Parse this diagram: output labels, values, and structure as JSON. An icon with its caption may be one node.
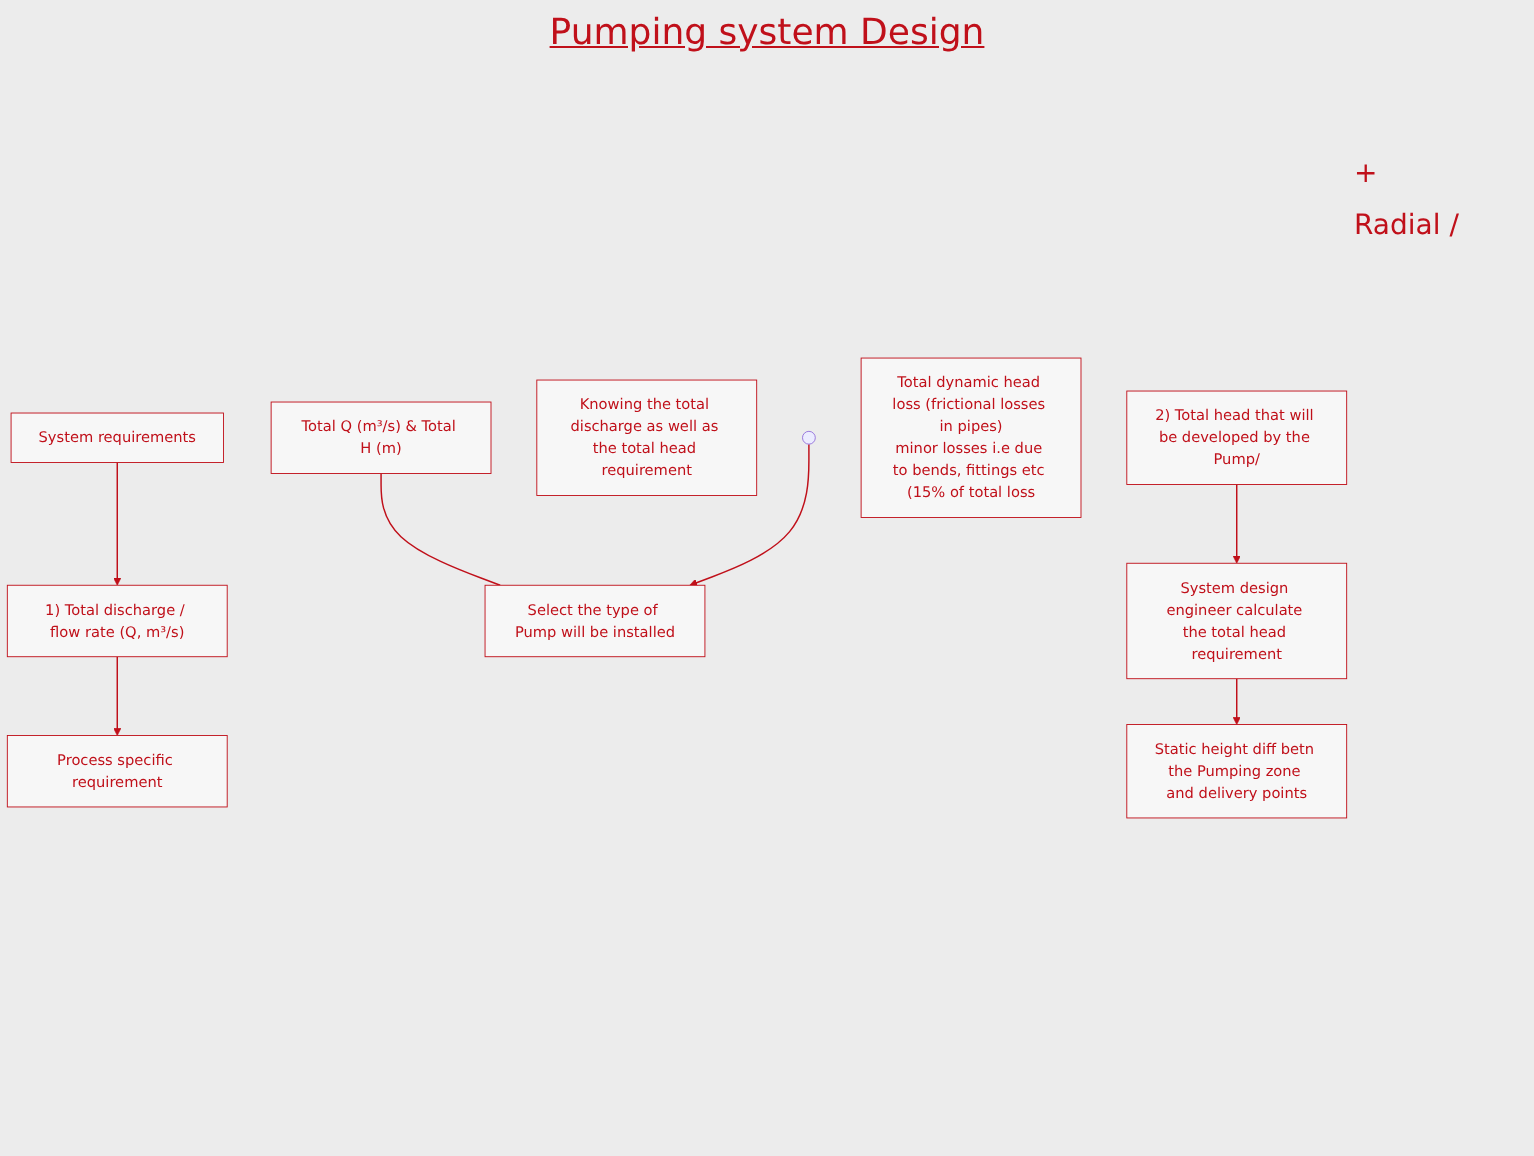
{
  "diagram": {
    "title": "Pumping system Design",
    "nodes": [
      {
        "text": [
          "System requirements"
        ]
      },
      {
        "text": [
          "1) Total discharge / flow rate (Q, m³/s)"
        ]
      },
      {
        "text": [
          "2) Total head that will be developed by the Pump/"
        ]
      },
      {
        "text": [
          "Process specific requirement"
        ]
      },
      {
        "text": [
          "Knowing the total discharge as well as the total head requirement"
        ]
      },
      {
        "text": [
          "Total Q (m³/s) & Total H (m)"
        ]
      },
      {
        "text": [
          "Select the type of Pump will be installed"
        ]
      },
      {
        "text": [
          "System design engineer calculate the total head requirement"
        ]
      },
      {
        "text": [
          "Static height diff betn the Pumping zone and delivery points"
        ]
      },
      {
        "text": [
          "Total dynamic head loss (frictional losses in pipes)",
          "minor losses i.e due to bends, fittings etc (15% of total loss"
        ]
      }
    ],
    "edges": [
      {
        "from": 0,
        "to": 1,
        "arrow": "to"
      },
      {
        "from": 1,
        "to": 3,
        "arrow": "to"
      },
      {
        "from": 5,
        "to": 6,
        "arrow": "none"
      },
      {
        "from": null,
        "to": 6,
        "arrow": "to"
      },
      {
        "from": 2,
        "to": 7,
        "arrow": "to"
      },
      {
        "from": 7,
        "to": 8,
        "arrow": "to"
      }
    ],
    "labels": [
      "+",
      "Radial /"
    ]
  }
}
